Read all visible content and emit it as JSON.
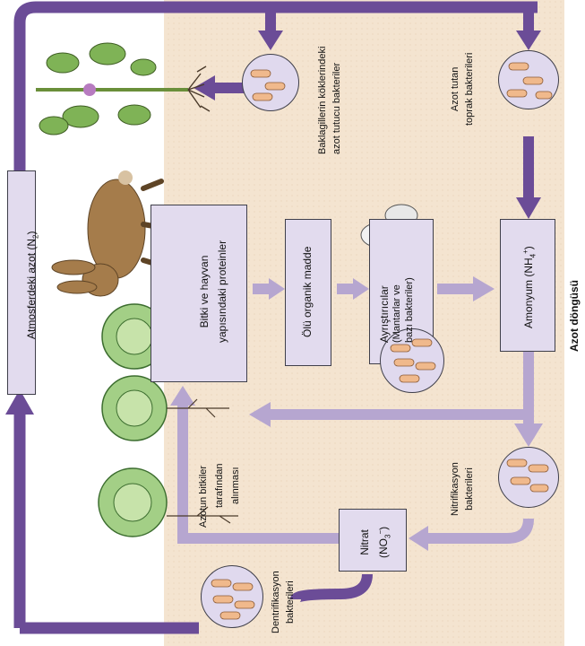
{
  "diagram": {
    "title": "Azot döngüsü",
    "nodes": {
      "atmospheric_nitrogen": "Atmosferdeki azot (N",
      "atmospheric_nitrogen_sub": "2",
      "atmospheric_nitrogen_close": ")",
      "proteins_line1": "Bitki ve hayvan",
      "proteins_line2": "yapısındaki proteinler",
      "dead_matter": "Ölü organik madde",
      "decomposers_line1": "Ayrıştırıcılar",
      "decomposers_line2": "(Mantarlar ve",
      "decomposers_line3": "bazı bakteriler)",
      "ammonium": "Amonyum (NH",
      "ammonium_sub": "4",
      "ammonium_sup": "+",
      "ammonium_close": ")",
      "nitrate_line1": "Nitrat",
      "nitrate_open": "(NO",
      "nitrate_sub": "3",
      "nitrate_sup": "−",
      "nitrate_close": ")"
    },
    "labels": {
      "legume_bacteria_line1": "Baklagillerin köklerindeki",
      "legume_bacteria_line2": "azot tutucu bakteriler",
      "soil_bacteria_line1": "Azot tutan",
      "soil_bacteria_line2": "toprak bakterileri",
      "nitrification_line1": "Nitrifikasyon",
      "nitrification_line2": "bakterileri",
      "denitrification_line1": "Dentrifikasyon",
      "denitrification_line2": "bakterileri",
      "uptake_line1": "Azotun bitkiler",
      "uptake_line2": "tarafından",
      "uptake_line3": "alınması"
    },
    "colors": {
      "arrow_dark": "#6b4c97",
      "arrow_light": "#b6a6d0",
      "box_fill": "#e2dbee",
      "soil": "#f4e4d0",
      "bacteria": "#f0b98c"
    },
    "icons": [
      "rabbit-icon",
      "bean-plant-icon",
      "mushroom-icon",
      "cabbage-icon"
    ]
  }
}
